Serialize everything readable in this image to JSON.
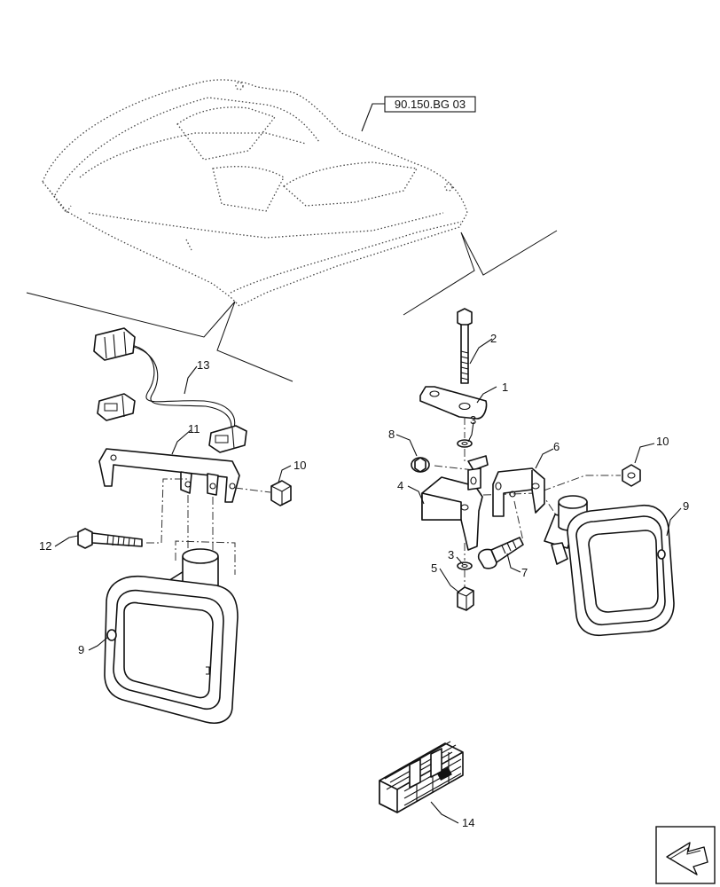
{
  "reference_box": {
    "text": "90.150.BG 03"
  },
  "callouts": [
    {
      "id": "c1",
      "label": "1"
    },
    {
      "id": "c2",
      "label": "2"
    },
    {
      "id": "c3a",
      "label": "3"
    },
    {
      "id": "c3b",
      "label": "3"
    },
    {
      "id": "c4",
      "label": "4"
    },
    {
      "id": "c5",
      "label": "5"
    },
    {
      "id": "c6",
      "label": "6"
    },
    {
      "id": "c7",
      "label": "7"
    },
    {
      "id": "c8",
      "label": "8"
    },
    {
      "id": "c9a",
      "label": "9"
    },
    {
      "id": "c9b",
      "label": "9"
    },
    {
      "id": "c10a",
      "label": "10"
    },
    {
      "id": "c10b",
      "label": "10"
    },
    {
      "id": "c11",
      "label": "11"
    },
    {
      "id": "c12",
      "label": "12"
    },
    {
      "id": "c13",
      "label": "13"
    },
    {
      "id": "c14",
      "label": "14"
    }
  ],
  "nav_icon": "next-page-arrow-icon"
}
